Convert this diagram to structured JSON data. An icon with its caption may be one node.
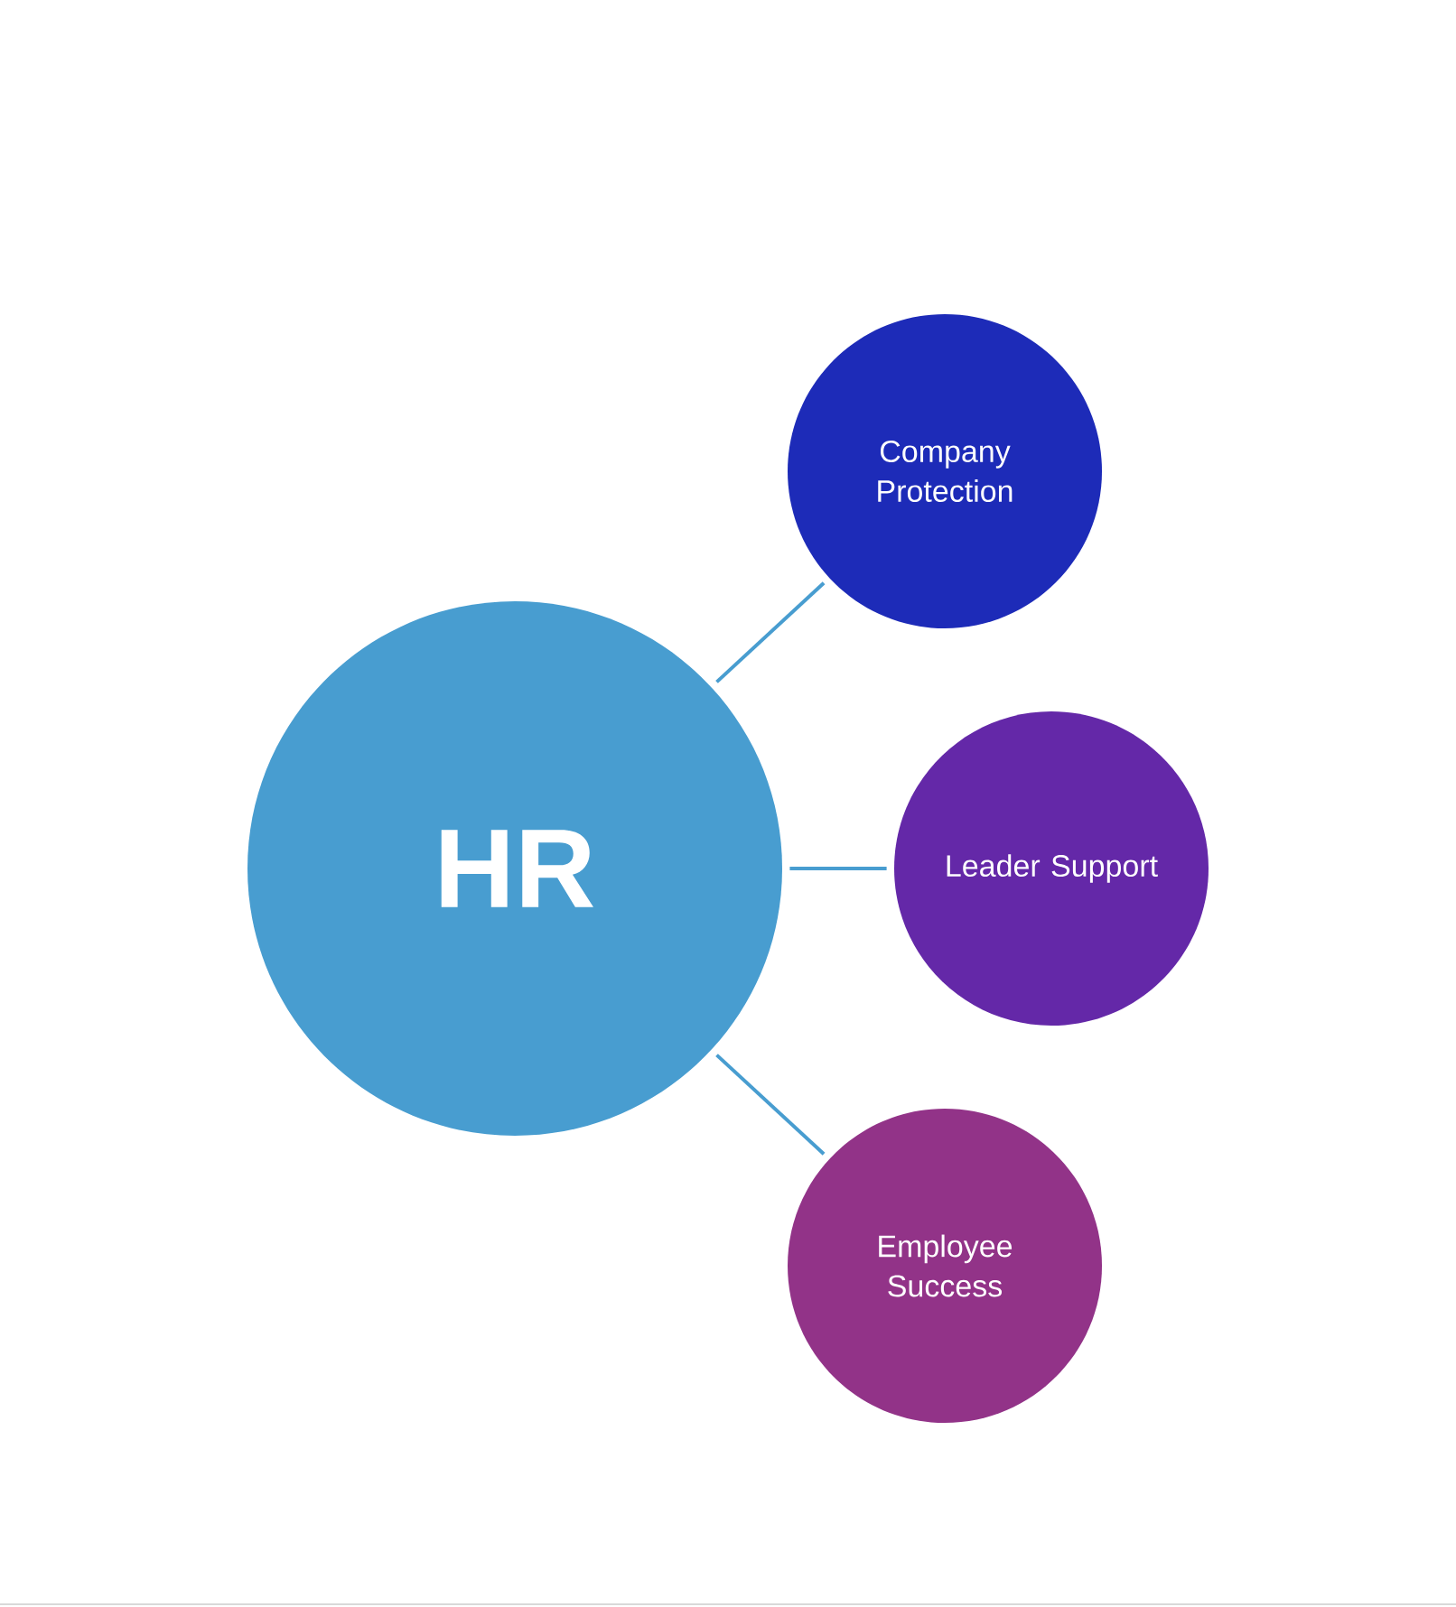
{
  "diagram": {
    "nodes": [
      {
        "text": [
          "HR"
        ]
      },
      {
        "text": [
          "Company Protection"
        ]
      },
      {
        "text": [
          "Leader Support"
        ]
      },
      {
        "text": [
          "Employee Success"
        ]
      }
    ],
    "edges": [
      {
        "from": 0,
        "to": 1,
        "arrow": "none"
      },
      {
        "from": 0,
        "to": 2,
        "arrow": "none"
      },
      {
        "from": 0,
        "to": 3,
        "arrow": "none"
      }
    ]
  }
}
